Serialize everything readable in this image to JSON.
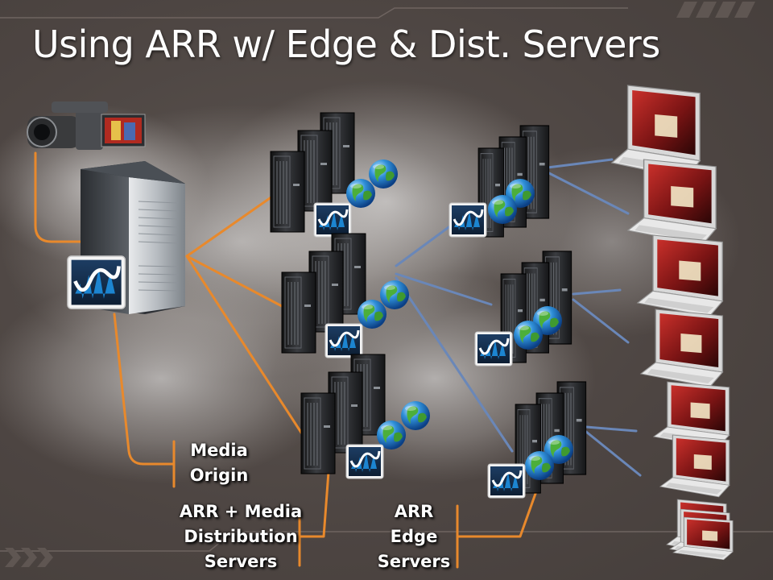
{
  "title": "Using ARR w/ Edge & Dist. Servers",
  "icons": {
    "camera": "video-camera-icon",
    "origin_server": "tower-server-icon",
    "media_services": "media-services-logo-icon",
    "rack_server": "rack-server-icon",
    "globe": "globe-icon",
    "laptop": "laptop-icon"
  },
  "colors": {
    "origin_links": "#e8892c",
    "edge_links": "#6a87b8",
    "background": "#4f4743"
  },
  "labels": {
    "media_origin": [
      "Media",
      "Origin"
    ],
    "distribution": [
      "ARR + Media",
      "Distribution",
      "Servers"
    ],
    "edge": [
      "ARR",
      "Edge",
      "Servers"
    ]
  }
}
